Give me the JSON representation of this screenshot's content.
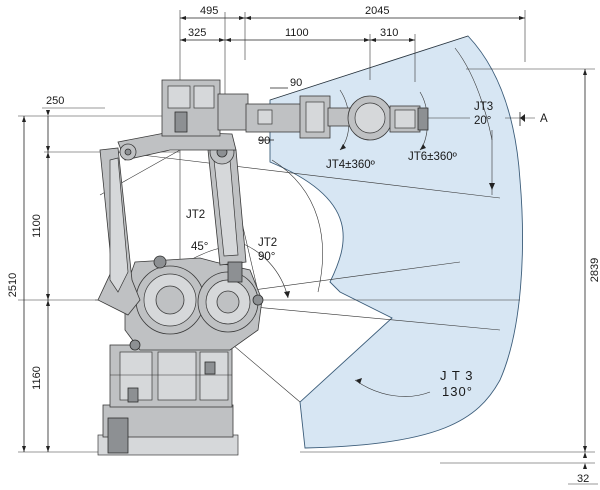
{
  "colors": {
    "envelope_fill": "#d7e6f3",
    "envelope_stroke": "#3c5d7a",
    "robot_body": "#bfc1c3",
    "line": "#222222"
  },
  "dimensions": {
    "top_495": "495",
    "top_2045": "2045",
    "top_325": "325",
    "top_1100": "1100",
    "top_310": "310",
    "left_250": "250",
    "left_1100": "1100",
    "left_2510": "2510",
    "left_1160": "1160",
    "right_2839": "2839",
    "bottom_32": "32",
    "arm_90_top": "90",
    "arm_90_side": "90"
  },
  "labels": {
    "jt3_top_name": "JT3",
    "jt3_top_angle": "20°",
    "view_a": "A",
    "jt4": "JT4±360º",
    "jt6": "JT6±360º",
    "jt2_left": "JT2",
    "jt2_left_angle": "45°",
    "jt2_right": "JT2",
    "jt2_right_angle": "90°",
    "jt3_bottom_name": "J T 3",
    "jt3_bottom_angle": "130°"
  }
}
